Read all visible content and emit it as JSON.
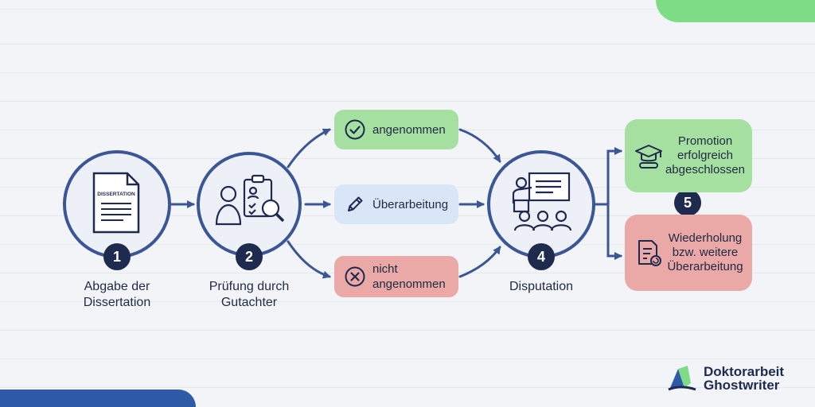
{
  "steps": [
    {
      "number": "1",
      "label_line1": "Abgabe der",
      "label_line2": "Dissertation",
      "doc_title": "DISSERTATION"
    },
    {
      "number": "2",
      "label_line1": "Prüfung durch",
      "label_line2": "Gutachter"
    },
    {
      "number": "4",
      "label_line1": "Disputation"
    },
    {
      "number": "5"
    }
  ],
  "outcomes": {
    "accepted": "angenommen",
    "revision": "Überarbeitung",
    "rejected_line1": "nicht",
    "rejected_line2": "angenommen"
  },
  "results": {
    "success_line1": "Promotion",
    "success_line2": "erfolgreich",
    "success_line3": "abgeschlossen",
    "repeat_line1": "Wiederholung",
    "repeat_line2": "bzw. weitere",
    "repeat_line3": "Überarbeitung"
  },
  "brand": {
    "line1": "Doktorarbeit",
    "line2": "Ghostwriter"
  },
  "colors": {
    "navy": "#1f2a4f",
    "arrow": "#3b5694",
    "green": "#a6e0a0",
    "blue": "#d8e6f8",
    "red": "#eaa8a6"
  }
}
